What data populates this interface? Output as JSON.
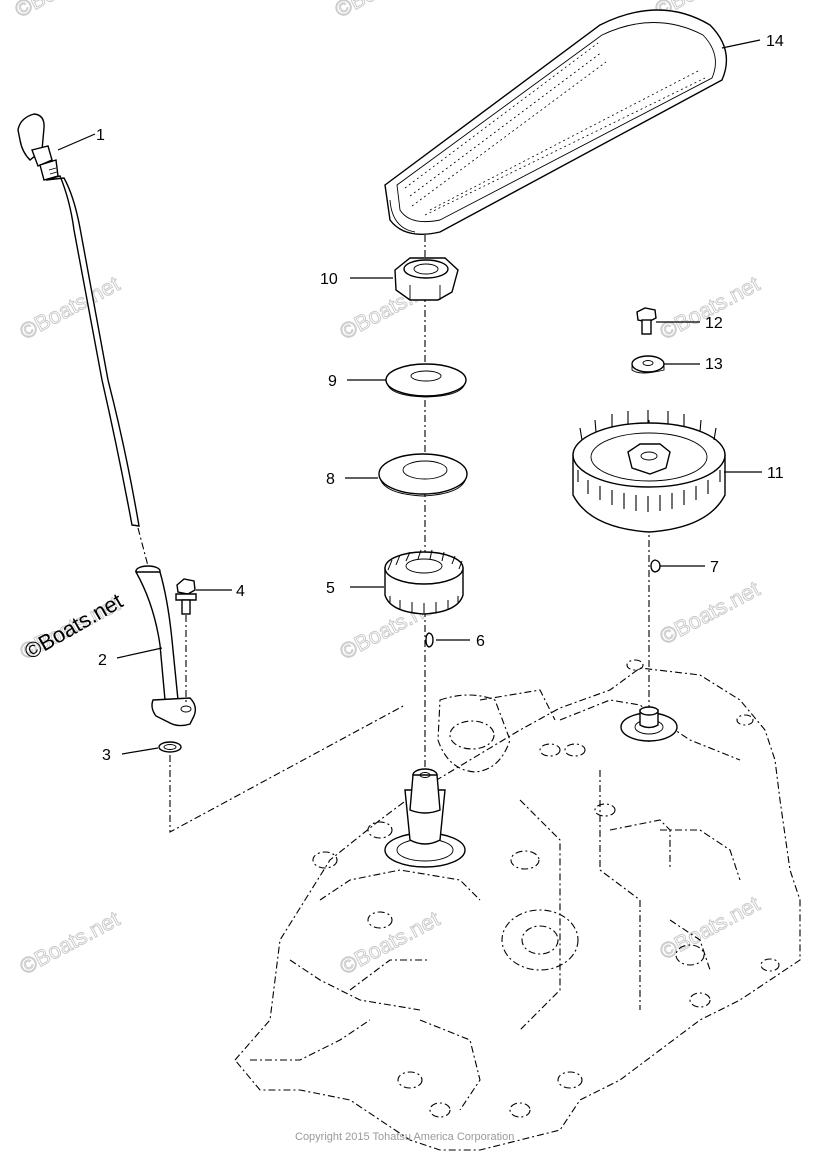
{
  "callouts": [
    {
      "id": "1",
      "label": "1"
    },
    {
      "id": "2",
      "label": "2"
    },
    {
      "id": "3",
      "label": "3"
    },
    {
      "id": "4",
      "label": "4"
    },
    {
      "id": "5",
      "label": "5"
    },
    {
      "id": "6",
      "label": "6"
    },
    {
      "id": "7",
      "label": "7"
    },
    {
      "id": "8",
      "label": "8"
    },
    {
      "id": "9",
      "label": "9"
    },
    {
      "id": "10",
      "label": "10"
    },
    {
      "id": "11",
      "label": "11"
    },
    {
      "id": "12",
      "label": "12"
    },
    {
      "id": "13",
      "label": "13"
    },
    {
      "id": "14",
      "label": "14"
    }
  ],
  "watermark": "©Boats.net",
  "copyright": "Copyright 2015 Tohatsu America Corporation"
}
